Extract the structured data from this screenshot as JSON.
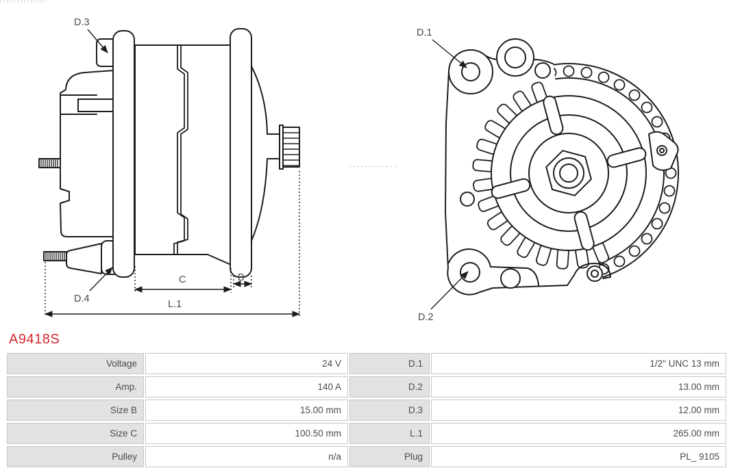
{
  "part_number": "A9418S",
  "spec_table": {
    "rows": [
      {
        "label": "Voltage",
        "value": "24 V",
        "label2": "D.1",
        "value2": "1/2\" UNC 13 mm"
      },
      {
        "label": "Amp.",
        "value": "140 A",
        "label2": "D.2",
        "value2": "13.00 mm"
      },
      {
        "label": "Size B",
        "value": "15.00 mm",
        "label2": "D.3",
        "value2": "12.00 mm"
      },
      {
        "label": "Size C",
        "value": "100.50 mm",
        "label2": "L.1",
        "value2": "265.00 mm"
      },
      {
        "label": "Pulley",
        "value": "n/a",
        "label2": "Plug",
        "value2": "PL_ 9105"
      }
    ]
  },
  "diagram": {
    "side_view_labels": {
      "d3": "D.3",
      "d4": "D.4",
      "c": "C",
      "b": "B",
      "l1": "L.1"
    },
    "front_view_labels": {
      "d1": "D.1",
      "d2": "D.2"
    }
  },
  "colors": {
    "part_number_red": "#d2282f",
    "table_label_bg": "#e2e2e2",
    "table_border": "#c6c6c6",
    "table_text": "#4a4a4a",
    "drawing_line": "#1c1c1c"
  }
}
